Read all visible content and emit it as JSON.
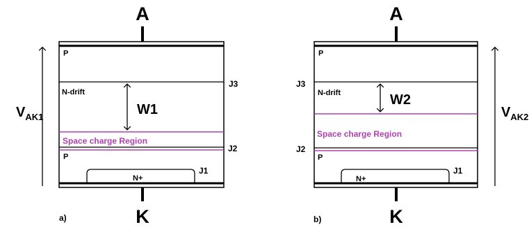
{
  "diagram_a": {
    "terminal_top": "A",
    "terminal_bottom": "K",
    "voltage_label": "V",
    "voltage_sub": "AK1",
    "layer_p_top": "P",
    "layer_ndrift": "N-drift",
    "width_label": "W1",
    "space_charge": "Space charge Region",
    "layer_p_bottom": "P",
    "layer_nplus": "N+",
    "junction_1": "J1",
    "junction_2": "J2",
    "junction_3": "J3",
    "caption": "a)"
  },
  "diagram_b": {
    "terminal_top": "A",
    "terminal_bottom": "K",
    "voltage_label": "V",
    "voltage_sub": "AK2",
    "layer_p_top": "P",
    "layer_ndrift": "N-drift",
    "width_label": "W2",
    "space_charge": "Space charge Region",
    "layer_p_bottom": "P",
    "layer_nplus": "N+",
    "junction_1": "J1",
    "junction_2": "J2",
    "junction_3": "J3",
    "caption": "b)"
  },
  "colors": {
    "depletion_line": "#b040b0",
    "ink": "#000000"
  }
}
